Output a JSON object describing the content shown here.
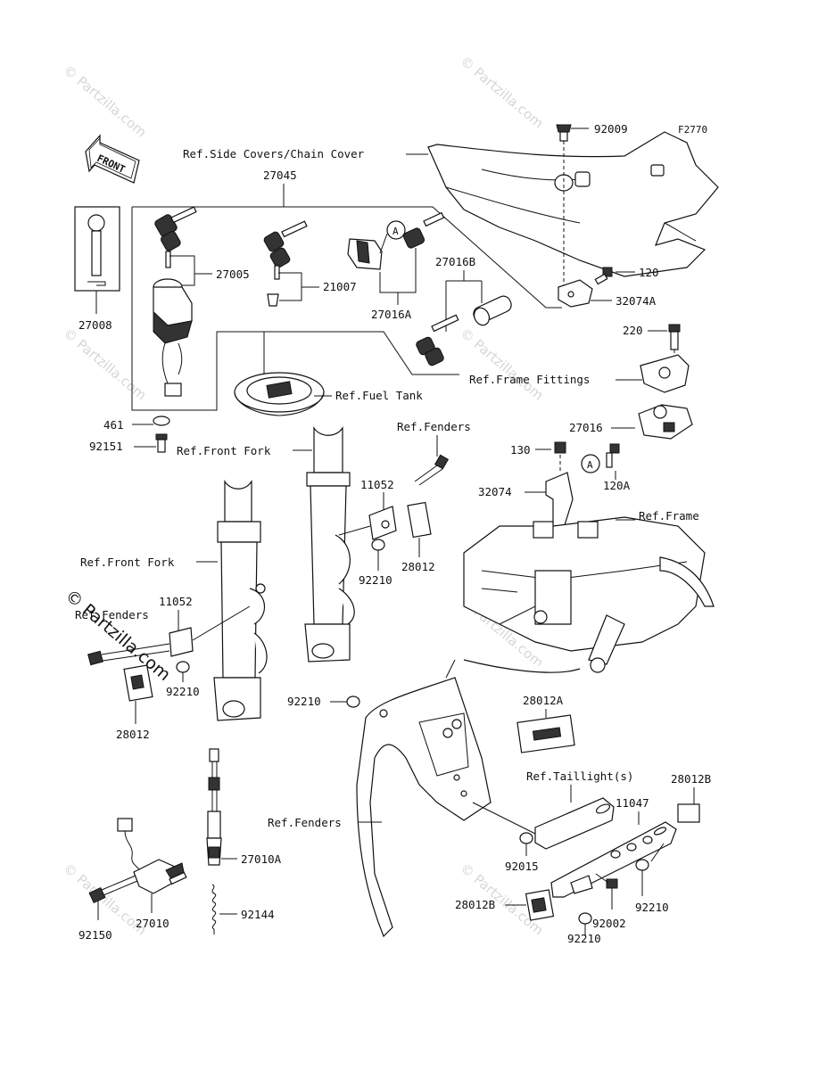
{
  "figure_code": "F2770",
  "front_label": "FRONT",
  "watermark": "© Partzilla.com",
  "watermark_large": "© Partzilla.com",
  "part_numbers": {
    "p92009": "92009",
    "p27045": "27045",
    "p27005": "27005",
    "p21007": "21007",
    "p27016A": "27016A",
    "p27016B": "27016B",
    "p120": "120",
    "p32074A": "32074A",
    "p27008": "27008",
    "p220": "220",
    "p461": "461",
    "p92151": "92151",
    "p27016": "27016",
    "p130": "130",
    "p32074": "32074",
    "p120A": "120A",
    "p11052_a": "11052",
    "p28012_a": "28012",
    "p92210_a": "92210",
    "p11052_b": "11052",
    "p92210_b": "92210",
    "p28012_b": "28012",
    "p92210_c": "92210",
    "p28012A": "28012A",
    "p28012B_a": "28012B",
    "p11047": "11047",
    "p27010A": "27010A",
    "p92015": "92015",
    "p92210_d": "92210",
    "p92144": "92144",
    "p92150": "92150",
    "p27010": "27010",
    "p28012B_b": "28012B",
    "p92002": "92002",
    "p92210_e": "92210"
  },
  "references": {
    "side_covers": "Ref.Side Covers/Chain Cover",
    "fuel_tank": "Ref.Fuel Tank",
    "frame_fittings": "Ref.Frame Fittings",
    "fenders_top": "Ref.Fenders",
    "front_fork_upper": "Ref.Front Fork",
    "front_fork_lower": "Ref.Front Fork",
    "frame": "Ref.Frame",
    "fenders_left": "Ref.Fenders",
    "fenders_center": "Ref.Fenders",
    "taillight": "Ref.Taillight(s)"
  },
  "callout_marker": "A"
}
